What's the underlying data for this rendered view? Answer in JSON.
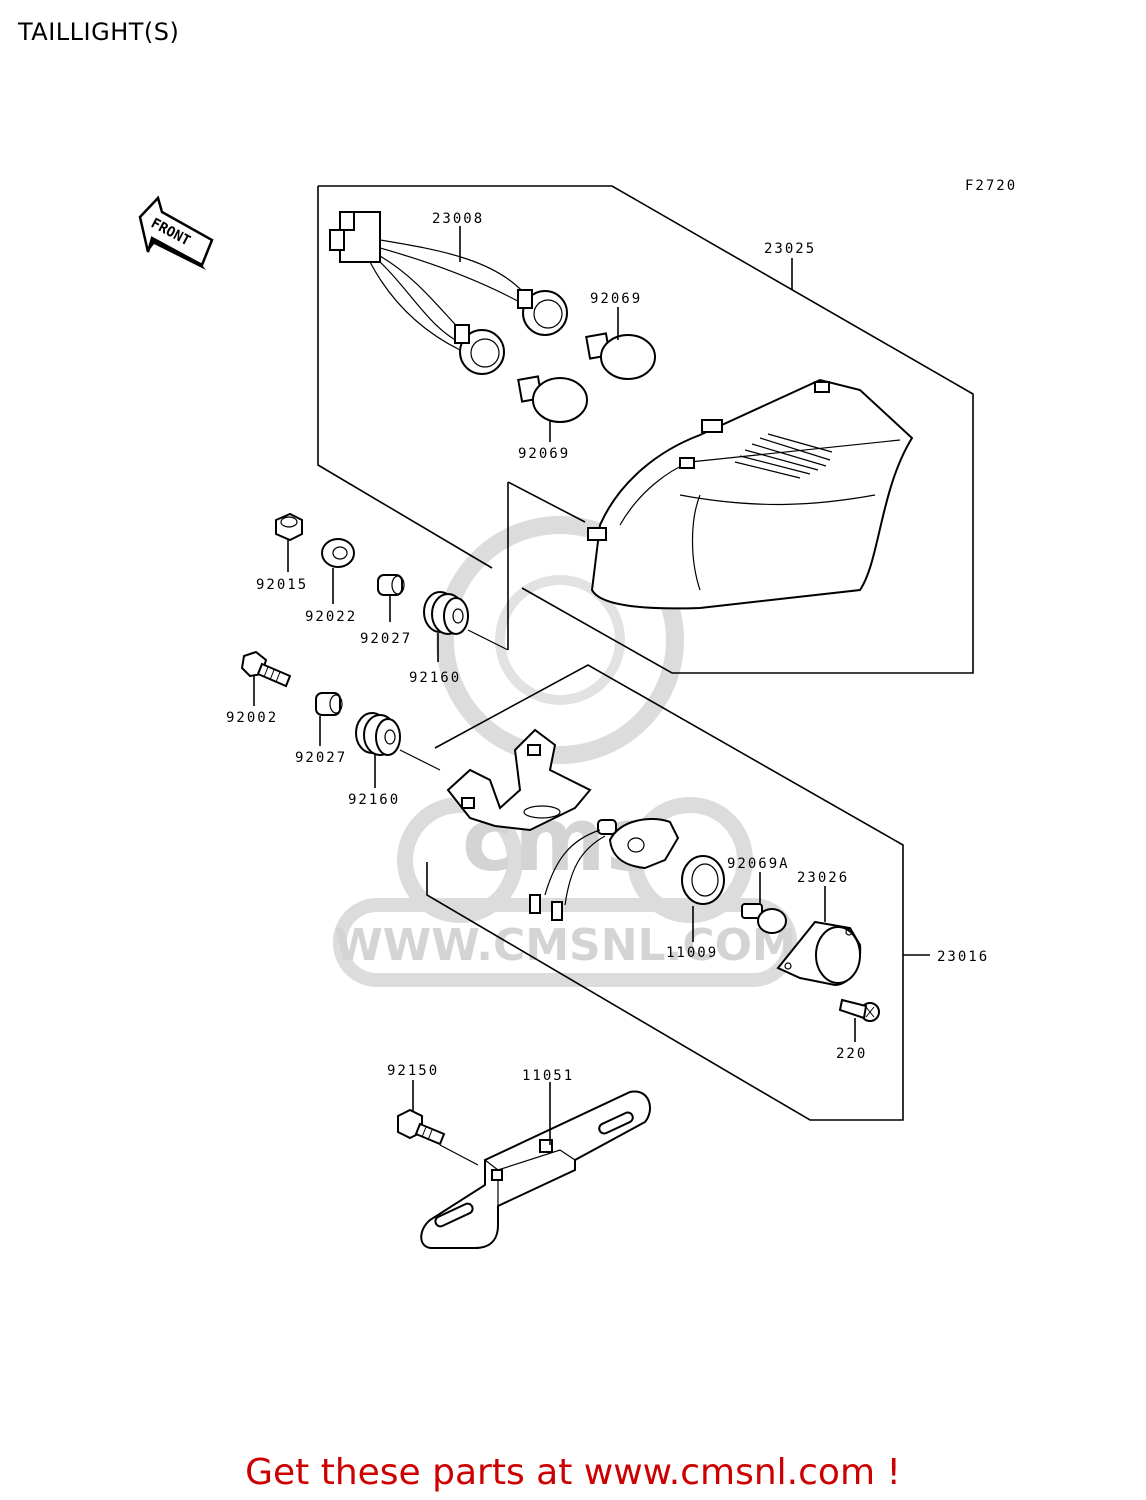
{
  "title": "TAILLIGHT(S)",
  "figure_code": "F2720",
  "front_label": "FRONT",
  "watermark": {
    "brand": "cms",
    "url": "WWW.CMSNL.COM"
  },
  "parts": {
    "p23008": "23008",
    "p23025": "23025",
    "p92069_a": "92069",
    "p92069_b": "92069",
    "p92015": "92015",
    "p92022": "92022",
    "p92027_a": "92027",
    "p92160_a": "92160",
    "p92002": "92002",
    "p92027_b": "92027",
    "p92160_b": "92160",
    "p92069A": "92069A",
    "p23026": "23026",
    "p11009": "11009",
    "p23016": "23016",
    "p220": "220",
    "p92150": "92150",
    "p11051": "11051"
  },
  "footer": {
    "text": "Get these parts at www.cmsnl.com !",
    "color": "#cc0000"
  },
  "colors": {
    "line": "#000000",
    "watermark": "#d4d4d4",
    "footer": "#cc0000"
  }
}
